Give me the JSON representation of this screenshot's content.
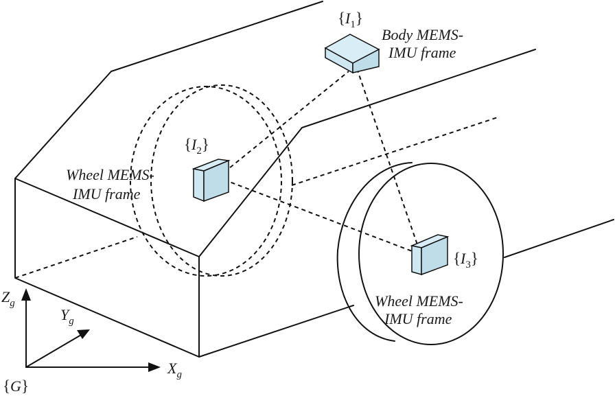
{
  "labels": {
    "i1": "I",
    "i1_sub": "1",
    "i2": "I",
    "i2_sub": "2",
    "i3": "I",
    "i3_sub": "3",
    "body_imu_line1": "Body MEMS-",
    "body_imu_line2": "IMU frame",
    "wheel_left_line1": "Wheel MEMS-",
    "wheel_left_line2": "IMU frame",
    "wheel_right_line1": "Wheel MEMS-",
    "wheel_right_line2": "IMU frame",
    "axis_z": "Z",
    "axis_z_sub": "g",
    "axis_y": "Y",
    "axis_y_sub": "g",
    "axis_x": "X",
    "axis_x_sub": "g",
    "global_frame": "G"
  },
  "colors": {
    "imu_fill": "#d8edf5",
    "line": "#111111"
  }
}
